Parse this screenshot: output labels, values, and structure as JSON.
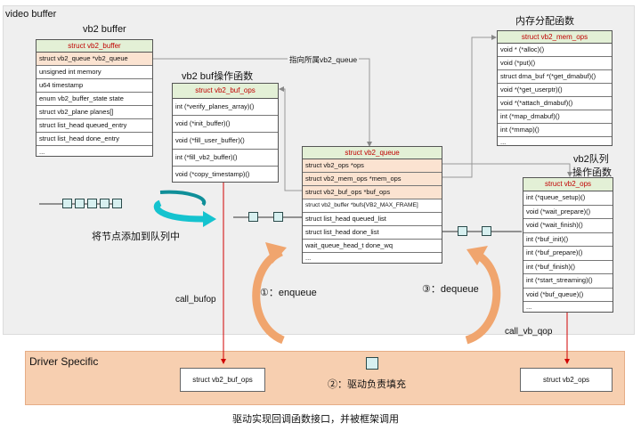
{
  "labels": {
    "video_buffer": "video buffer",
    "vb2_buffer": "vb2 buffer",
    "vb2_buf_ops_title": "vb2 buf操作函数",
    "mem_ops_title": "内存分配函数",
    "queue_ops_title_1": "vb2队列",
    "queue_ops_title_2": "操作函数",
    "points_to_queue": "指向所属vb2_queue",
    "add_node": "将节点添加到队列中",
    "call_bufop": "call_bufop",
    "enqueue": "①：enqueue",
    "dequeue": "③：dequeue",
    "call_vb_qop": "call_vb_qop",
    "driver_specific": "Driver Specific",
    "driver_fill": "②：驱动负责填充",
    "caption": "驱动实现回调函数接口，并被框架调用"
  },
  "vb2_buffer": {
    "header": "struct vb2_buffer",
    "rows": [
      "struct vb2_queue *vb2_queue",
      "unsigned int memory",
      "u64 timestamp",
      "enum vb2_buffer_state state",
      "struct vb2_plane planes[]",
      "struct list_head queued_entry",
      "struct list_head done_entry",
      "..."
    ]
  },
  "vb2_buf_ops": {
    "header": "struct vb2_buf_ops",
    "rows": [
      "int (*verify_planes_array)()",
      "void (*init_buffer)()",
      "void (*fill_user_buffer)()",
      "int (*fill_vb2_buffer)()",
      "void (*copy_timestamp)()"
    ]
  },
  "vb2_mem_ops": {
    "header": "struct vb2_mem_ops",
    "rows": [
      "void * (*alloc)()",
      "void (*put)()",
      "struct dma_buf *(*get_dmabuf)()",
      "void *(*get_userptr)()",
      "void *(*attach_dmabuf)()",
      "int (*map_dmabuf)()",
      "int (*mmap)()",
      "..."
    ]
  },
  "vb2_queue": {
    "header": "struct vb2_queue",
    "rows": [
      "struct vb2_ops *ops",
      "struct vb2_mem_ops *mem_ops",
      "struct vb2_buf_ops *buf_ops",
      "struct vb2_buffer *bufs[VB2_MAX_FRAME]",
      "struct list_head queued_list",
      "struct list_head done_list",
      "wait_queue_head_t done_wq",
      "..."
    ]
  },
  "vb2_ops": {
    "header": "struct vb2_ops",
    "rows": [
      "int (*queue_setup)()",
      "void (*wait_prepare)()",
      "void (*wait_finish)()",
      "int (*buf_init)()",
      "int (*buf_prepare)()",
      "int (*buf_finish)()",
      "int (*start_streaming)()",
      "void (*buf_queue)()",
      "..."
    ]
  },
  "driver": {
    "left_box": "struct vb2_buf_ops",
    "right_box": "struct vb2_ops"
  },
  "colors": {
    "header_text": "#c00000",
    "header_bg": "#e3f0d6",
    "highlight_row": "#fbe3d1",
    "driver_bg": "#f7cfb0",
    "queue_node": "#d7f0f0",
    "cyan_arrow": "#15c3cf",
    "orange_arrow": "#f0a56e",
    "red_line": "#d00000"
  }
}
